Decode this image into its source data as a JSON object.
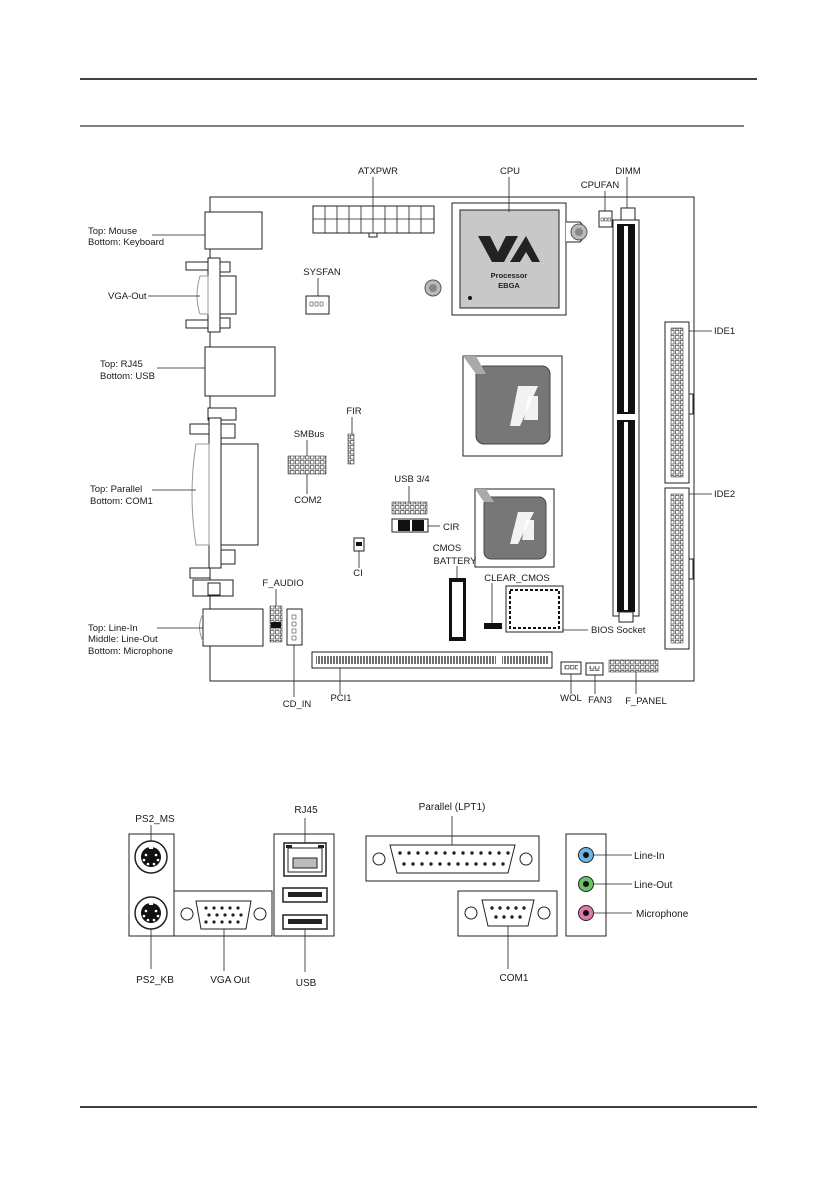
{
  "board_labels": {
    "atxpwr": "ATXPWR",
    "cpu": "CPU",
    "dimm": "DIMM",
    "cpufan": "CPUFAN",
    "sysfan": "SYSFAN",
    "ide1": "IDE1",
    "ide2": "IDE2",
    "fir": "FIR",
    "smbus": "SMBus",
    "com2": "COM2",
    "usb34": "USB 3/4",
    "cir": "CIR",
    "ci": "CI",
    "cmos_battery_1": "CMOS",
    "cmos_battery_2": "BATTERY",
    "clear_cmos": "CLEAR_CMOS",
    "bios_socket": "BIOS Socket",
    "f_audio": "F_AUDIO",
    "cd_in": "CD_IN",
    "pci1": "PCI1",
    "wol": "WOL",
    "fan3": "FAN3",
    "f_panel": "F_PANEL",
    "processor_1": "Processor",
    "processor_2": "EBGA"
  },
  "port_notes": {
    "mouse_kb_1": "Top:  Mouse",
    "mouse_kb_2": "Bottom: Keyboard",
    "vga": "VGA-Out",
    "rj45_usb_1": "Top:  RJ45",
    "rj45_usb_2": "Bottom: USB",
    "parallel_com1_1": "Top:  Parallel",
    "parallel_com1_2": "Bottom: COM1",
    "audio_1": "Top:  Line-In",
    "audio_2": "Middle: Line-Out",
    "audio_3": "Bottom: Microphone"
  },
  "io_panel": {
    "ps2_ms": "PS2_MS",
    "ps2_kb": "PS2_KB",
    "vga_out": "VGA Out",
    "rj45": "RJ45",
    "usb": "USB",
    "parallel": "Parallel (LPT1)",
    "com1": "COM1",
    "line_in": "Line-In",
    "line_out": "Line-Out",
    "microphone": "Microphone"
  },
  "colors": {
    "line_in": "#6fb4e6",
    "line_out": "#6cc26a",
    "microphone": "#e07aa6",
    "chip_gray": "#777777",
    "cpu_gray": "#c8c8c8"
  }
}
